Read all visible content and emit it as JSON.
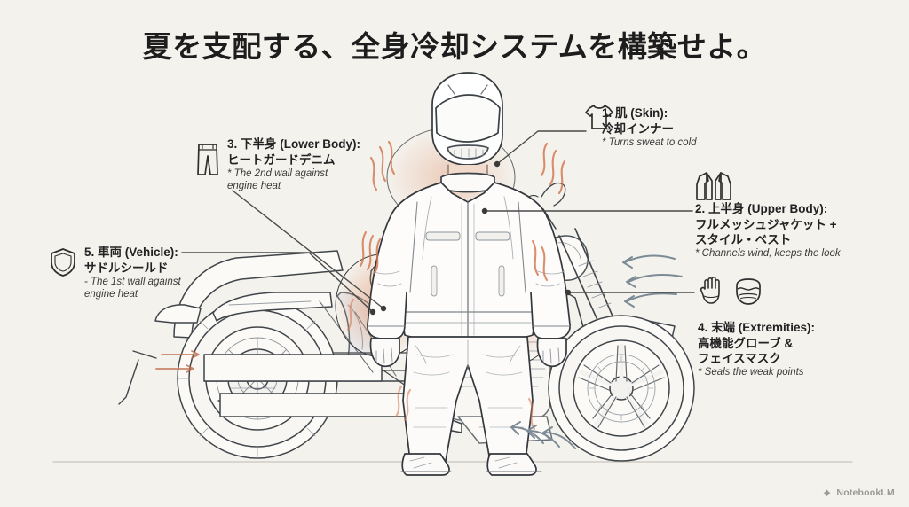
{
  "page": {
    "title": "夏を支配する、全身冷却システムを構築せよ。",
    "background_color": "#f4f2ed",
    "ink_color": "#2b2b2b",
    "heat_color": "#d4764f",
    "wind_color": "#8c9aa6"
  },
  "labels": [
    {
      "id": "skin",
      "icon": "tshirt-icon",
      "head": "1. 肌 (Skin):",
      "sub": "冷却インナー",
      "note": "* Turns sweat to cold"
    },
    {
      "id": "upper-body",
      "icon": "jacket-icon",
      "head": "2. 上半身 (Upper Body):",
      "sub": "フルメッシュジャケット +",
      "sub2": "スタイル・ベスト",
      "note": "* Channels wind, keeps the look"
    },
    {
      "id": "lower-body",
      "icon": "pants-icon",
      "head": "3. 下半身 (Lower Body):",
      "sub": "ヒートガードデニム",
      "note": "* The 2nd wall against",
      "note2": "engine heat"
    },
    {
      "id": "extremities",
      "icon": "glove-icon",
      "icon2": "face-mask-icon",
      "head": "4. 末端 (Extremities):",
      "sub": "高機能グローブ &",
      "sub2": "フェイスマスク",
      "note": "* Seals the weak points"
    },
    {
      "id": "vehicle",
      "icon": "shield-icon",
      "head": "5. 車両 (Vehicle):",
      "sub": "サドルシールド",
      "note": "- The 1st wall against",
      "note2": "engine heat"
    }
  ],
  "watermark": {
    "label": "NotebookLM",
    "icon": "notebooklm-icon"
  }
}
